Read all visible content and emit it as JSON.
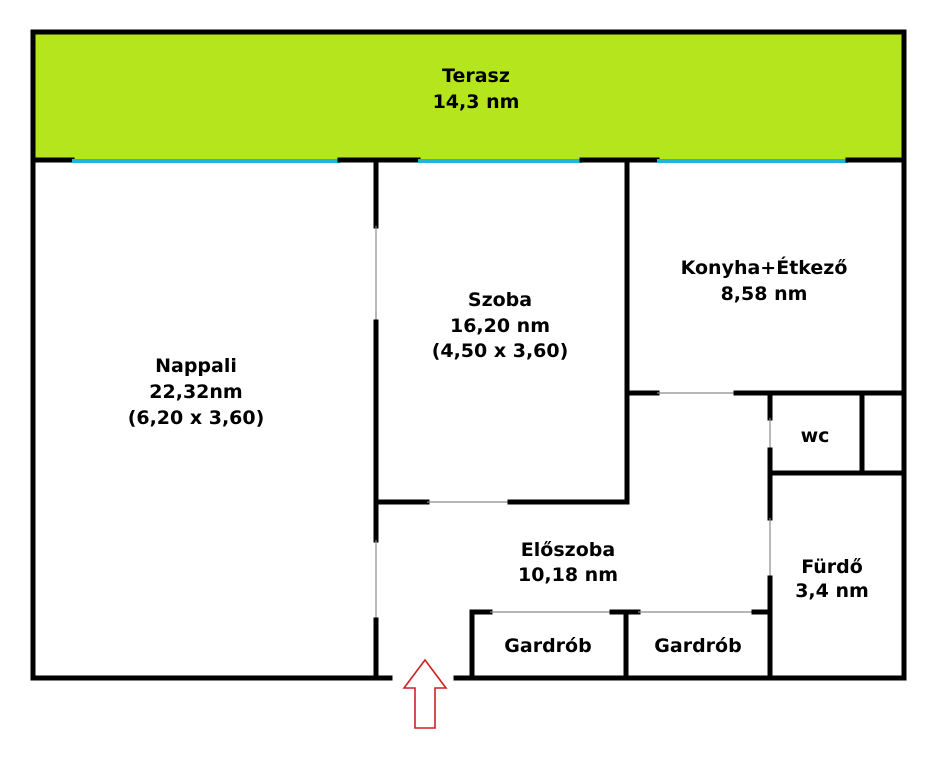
{
  "colors": {
    "terrace": "#b5e61d",
    "wall": "#000000",
    "window": "#1fb6d6",
    "door_line": "#8a8a8a",
    "entrance_arrow": "#cc2222"
  },
  "rooms": {
    "terasz": {
      "name": "Terasz",
      "area": "14,3 nm"
    },
    "nappali": {
      "name": "Nappali",
      "area": "22,32nm",
      "dims": "(6,20 x 3,60)"
    },
    "szoba": {
      "name": "Szoba",
      "area": "16,20 nm",
      "dims": "(4,50 x 3,60)"
    },
    "konyha": {
      "name": "Konyha+Étkező",
      "area": "8,58 nm"
    },
    "wc": {
      "name": "wc"
    },
    "eloszoba": {
      "name": "Előszoba",
      "area": "10,18 nm"
    },
    "furdo": {
      "name": "Fürdő",
      "area": "3,4 nm"
    },
    "gardrob_1": {
      "name": "Gardrób"
    },
    "gardrob_2": {
      "name": "Gardrób"
    }
  },
  "icons": {
    "entrance": "up-arrow-outline"
  }
}
